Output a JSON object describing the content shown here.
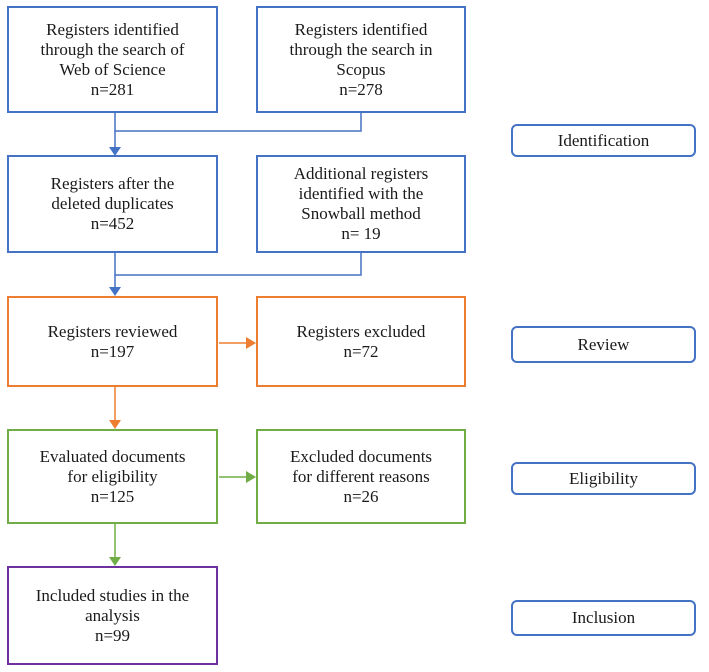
{
  "colors": {
    "identification": "#4472c4",
    "review": "#ed7d31",
    "eligibility": "#70ad47",
    "inclusion": "#7030a0"
  },
  "boxes": {
    "wos": "Registers identified\nthrough the search of\nWeb of Science\nn=281",
    "scopus": "Registers identified\nthrough the search in\nScopus\nn=278",
    "deduplicated": "Registers after the\ndeleted duplicates\nn=452",
    "snowball": "Additional registers\nidentified with the\nSnowball method\nn= 19",
    "reviewed": "Registers reviewed\nn=197",
    "excluded_registers": "Registers excluded\nn=72",
    "eligibility": "Evaluated documents\nfor eligibility\nn=125",
    "excluded_documents": "Excluded documents\nfor different reasons\nn=26",
    "included": "Included studies in the\nanalysis\nn=99"
  },
  "phases": {
    "identification": "Identification",
    "review": "Review",
    "eligibility": "Eligibility",
    "inclusion": "Inclusion"
  }
}
